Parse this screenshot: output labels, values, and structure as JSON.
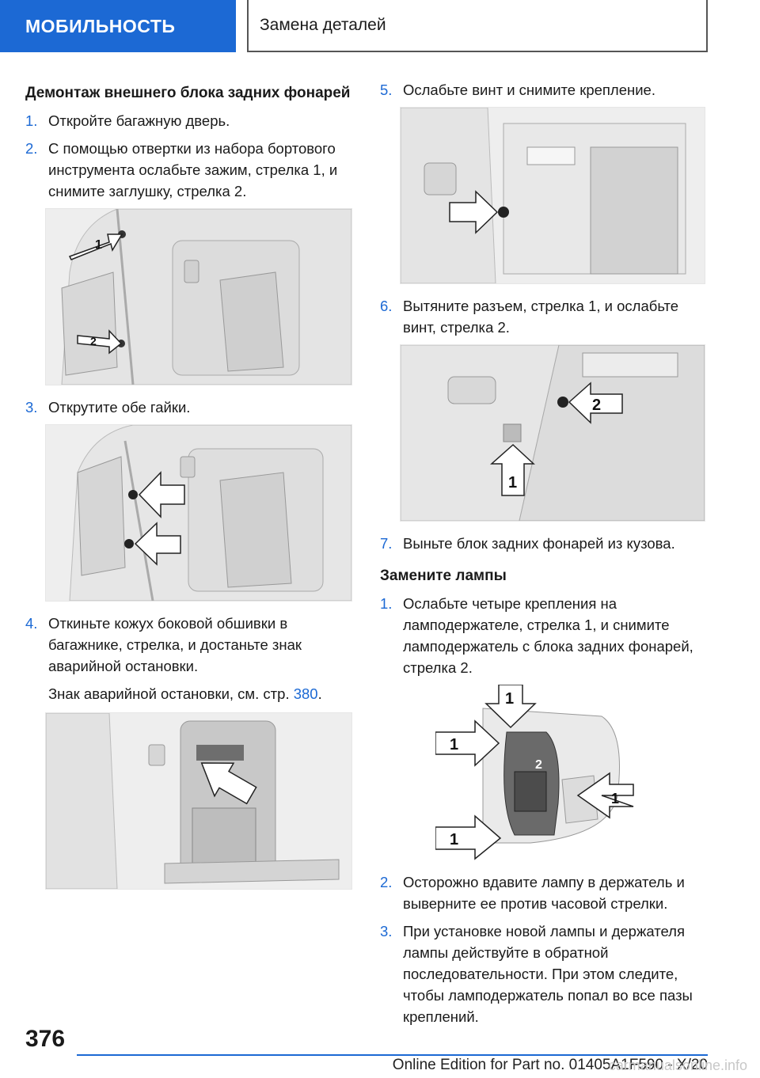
{
  "header": {
    "section": "МОБИЛЬНОСТЬ",
    "title": "Замена деталей"
  },
  "left": {
    "heading": "Демонтаж внешнего блока задних фонарей",
    "steps": [
      {
        "num": "1.",
        "text": "Откройте багажную дверь."
      },
      {
        "num": "2.",
        "text": "С помощью отвертки из набора бортового инструмента ослабьте зажим, стрелка 1, и снимите заглушку, стрелка 2."
      },
      {
        "num": "3.",
        "text": "Открутите обе гайки."
      },
      {
        "num": "4.",
        "text": "Откиньте кожух боковой обшивки в багажнике, стрелка, и достаньте знак аварийной остановки."
      }
    ],
    "note": {
      "text": "Знак аварийной остановки, см. стр. ",
      "page": "380",
      "end": "."
    }
  },
  "right": {
    "steps_a": [
      {
        "num": "5.",
        "text": "Ослабьте винт и снимите крепление."
      },
      {
        "num": "6.",
        "text": "Вытяните разъем, стрелка 1, и ослабьте винт, стрелка 2."
      },
      {
        "num": "7.",
        "text": "Выньте блок задних фонарей из кузова."
      }
    ],
    "heading": "Замените лампы",
    "steps_b": [
      {
        "num": "1.",
        "text": "Ослабьте четыре крепления на ламподержателе, стрелка 1, и снимите ламподержатель с блока задних фонарей, стрелка 2."
      },
      {
        "num": "2.",
        "text": "Осторожно вдавите лампу в держатель и выверните ее против часовой стрелки."
      },
      {
        "num": "3.",
        "text": "При установке новой лампы и держателя лампы действуйте в обратной последовательности. При этом следите, чтобы ламподержатель попал во все пазы креплений."
      }
    ]
  },
  "figure_labels": {
    "one": "1",
    "two": "2"
  },
  "footer": {
    "page_number": "376",
    "edition": "Online Edition for Part no. 01405A1F590 - X/20",
    "watermark": "carmanualsonline.info"
  }
}
